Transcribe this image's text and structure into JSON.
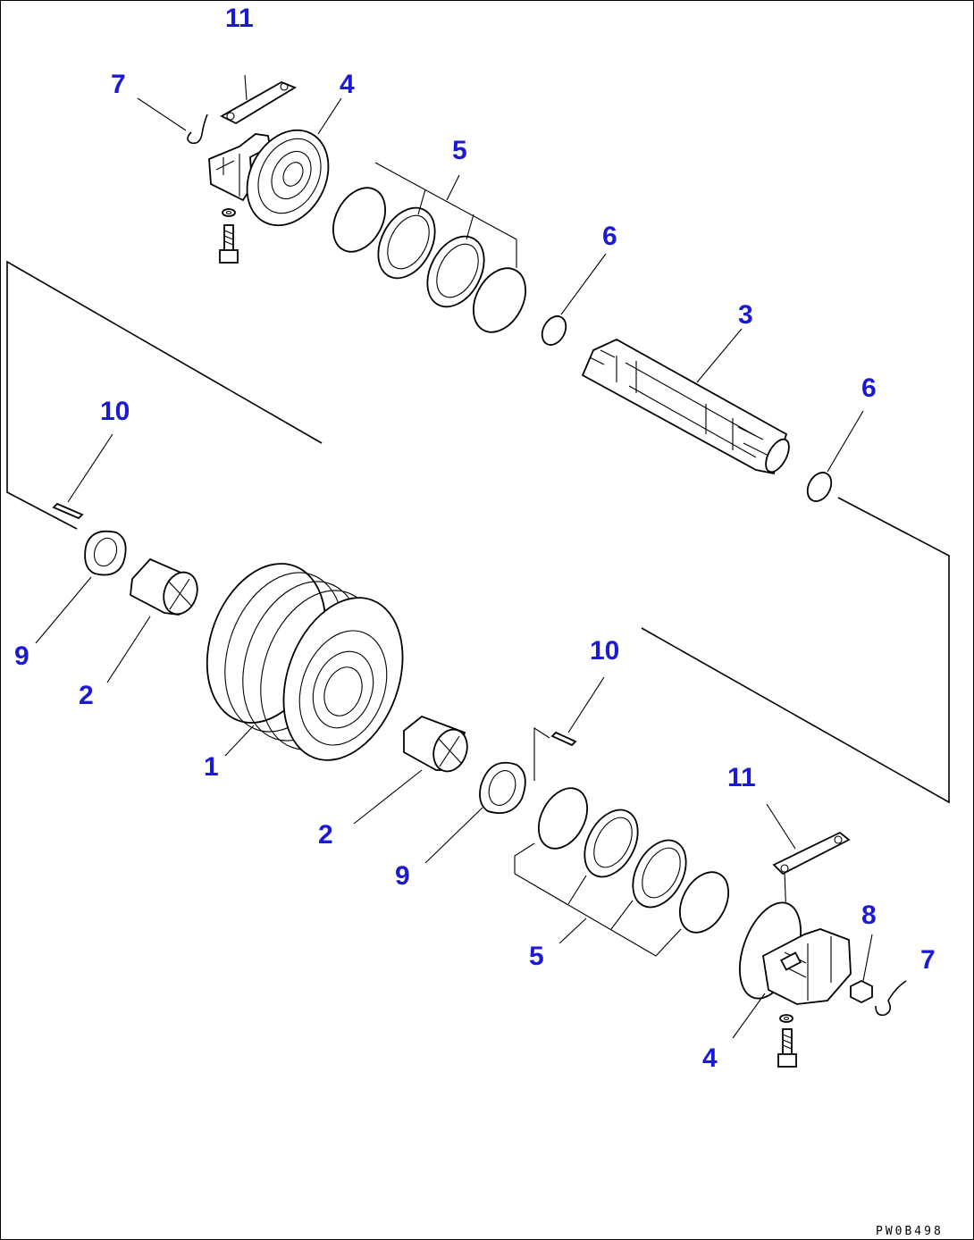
{
  "callouts": [
    "11",
    "7",
    "4",
    "5",
    "6",
    "3",
    "6",
    "10",
    "9",
    "2",
    "1",
    "10",
    "2",
    "9",
    "11",
    "5",
    "8",
    "7",
    "4"
  ],
  "drawing_code": "PW0B498",
  "colors": {
    "callout": "#1a1ad6",
    "line": "#000000",
    "background": "#ffffff"
  }
}
